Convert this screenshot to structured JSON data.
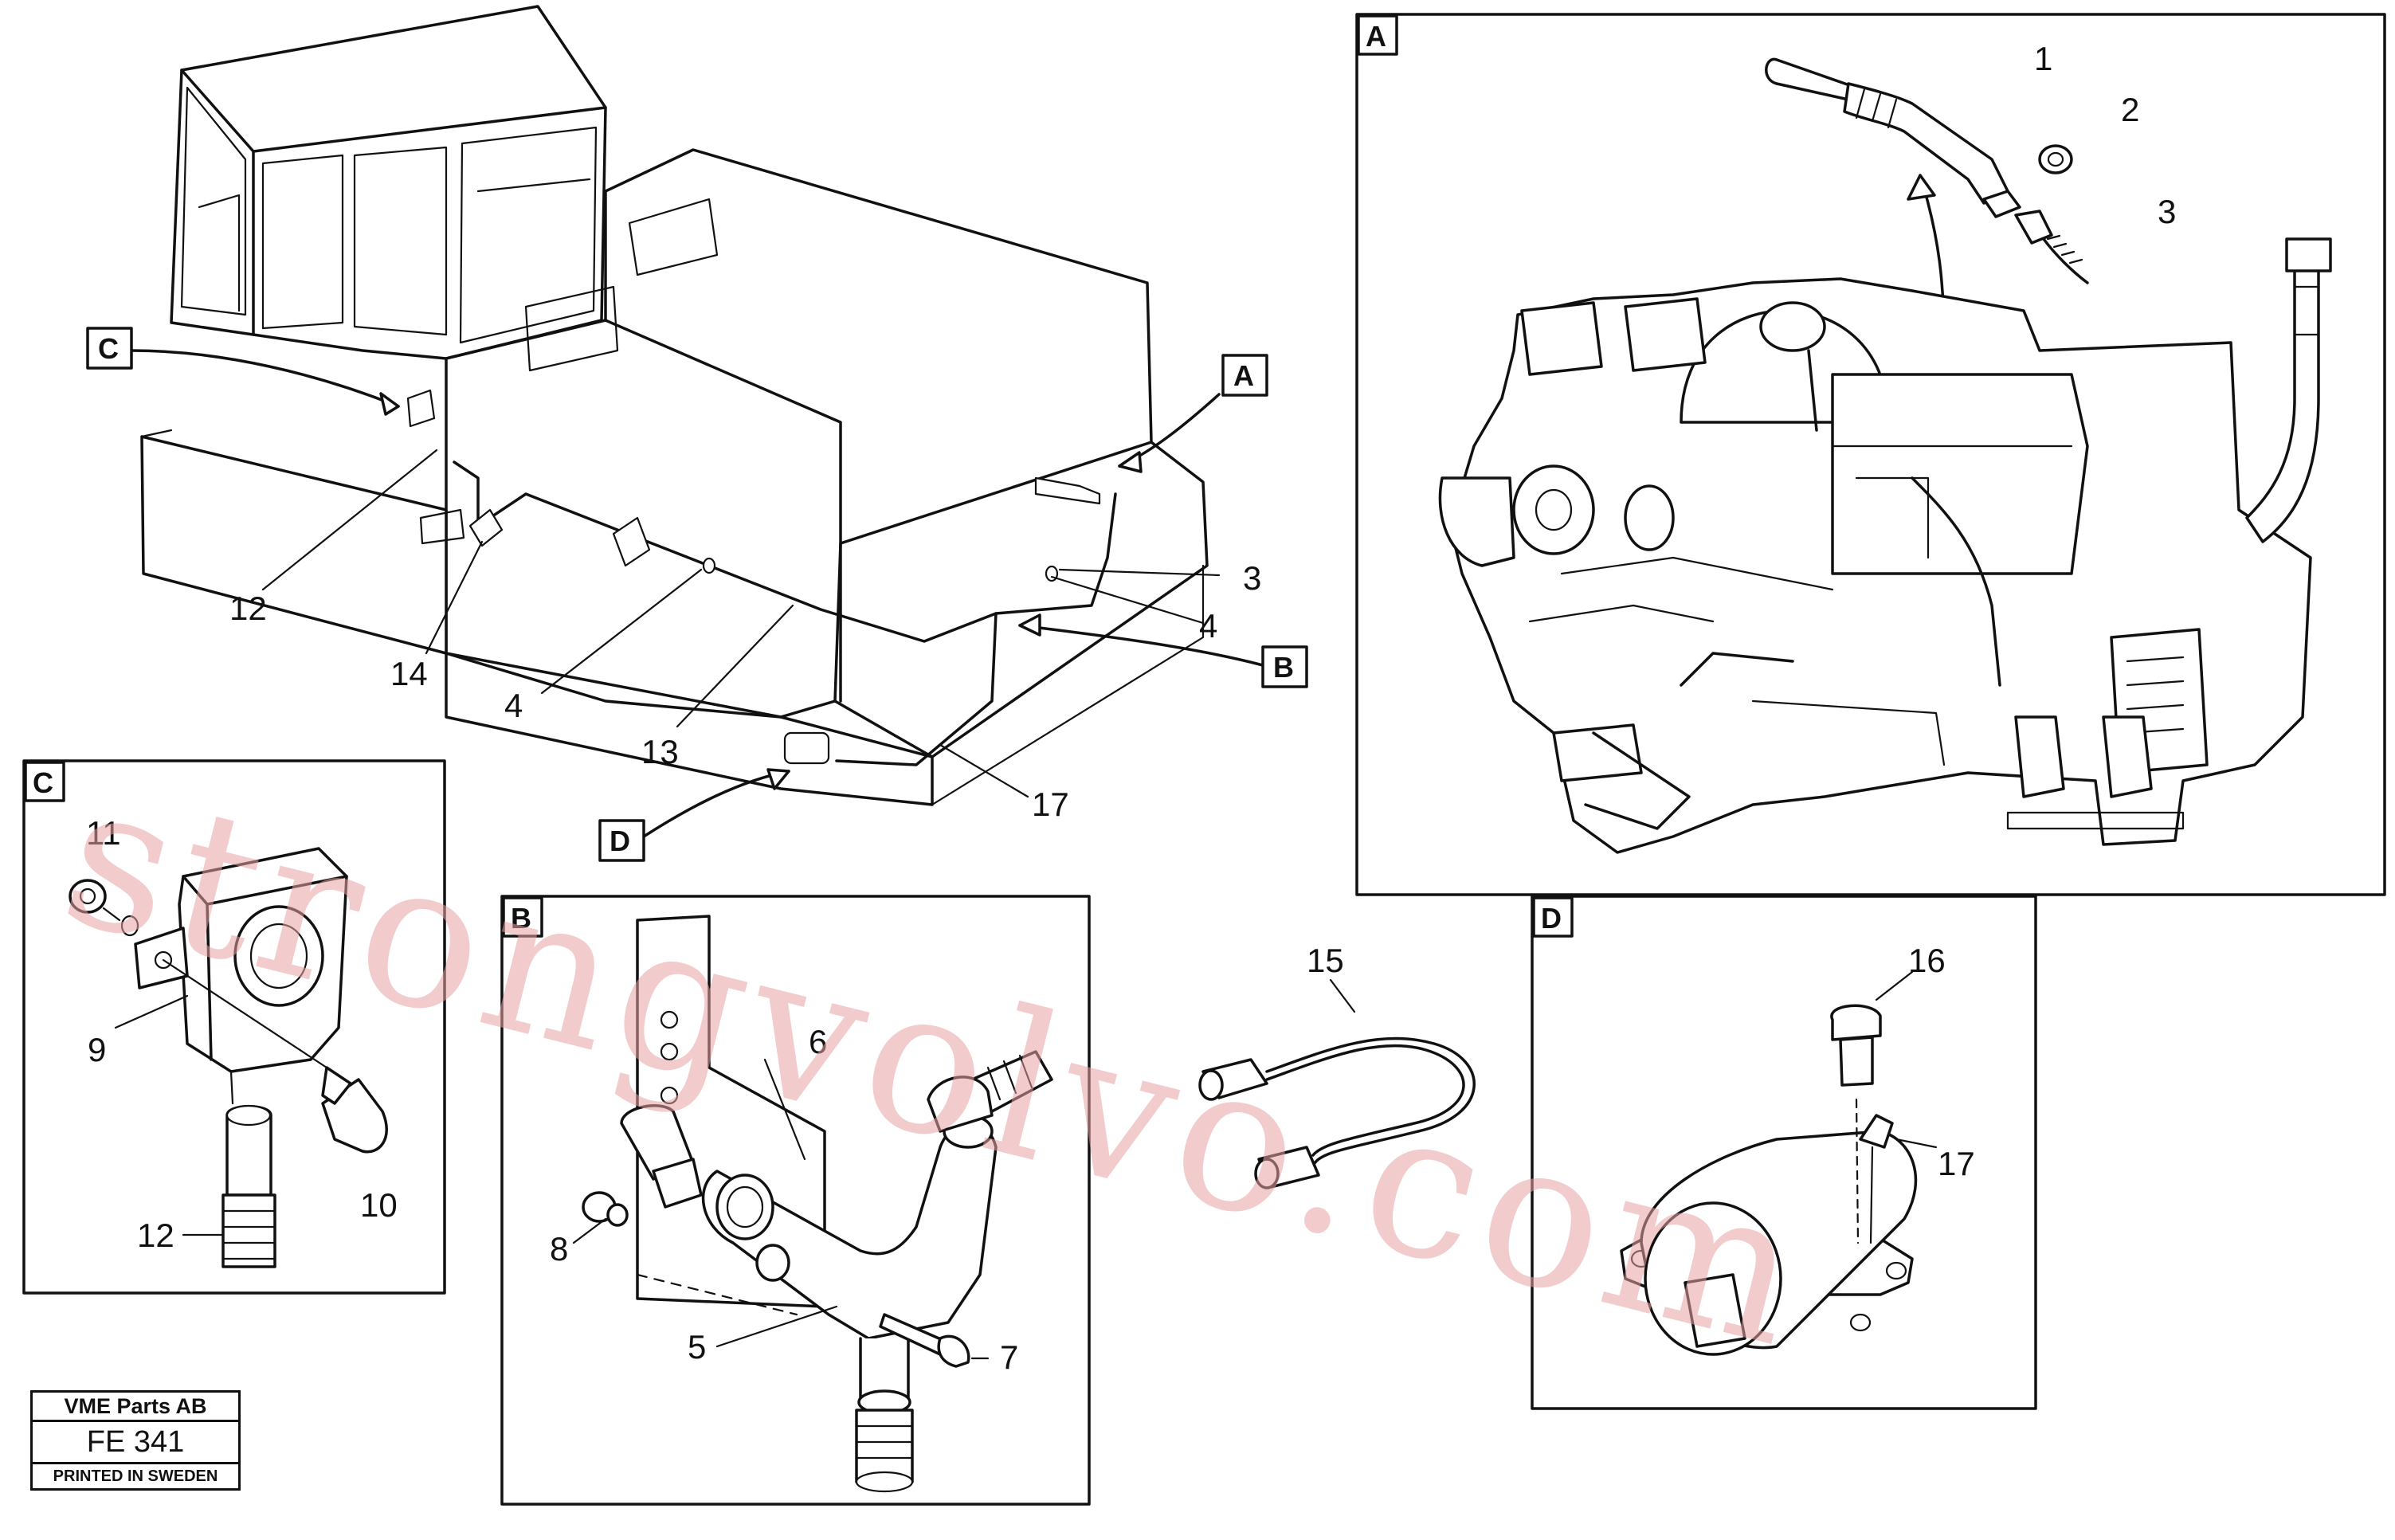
{
  "panels": {
    "A": "A",
    "B": "B",
    "C": "C",
    "D": "D"
  },
  "callouts": {
    "main_C": "C",
    "main_A": "A",
    "main_B": "B",
    "main_D": "D"
  },
  "numbers": {
    "n1": "1",
    "n2": "2",
    "n3a": "3",
    "n3b": "3",
    "n4b": "4",
    "n12a": "12",
    "n14": "14",
    "n4a": "4",
    "n13": "13",
    "n17a": "17",
    "n11": "11",
    "n9": "9",
    "n10": "10",
    "n12b": "12",
    "n6": "6",
    "n8": "8",
    "n5": "5",
    "n7": "7",
    "n15": "15",
    "n16": "16",
    "n17b": "17"
  },
  "watermark": "strongvolvo.com",
  "footer": {
    "company": "VME Parts AB",
    "code": "FE 341",
    "printed": "PRINTED IN SWEDEN"
  }
}
